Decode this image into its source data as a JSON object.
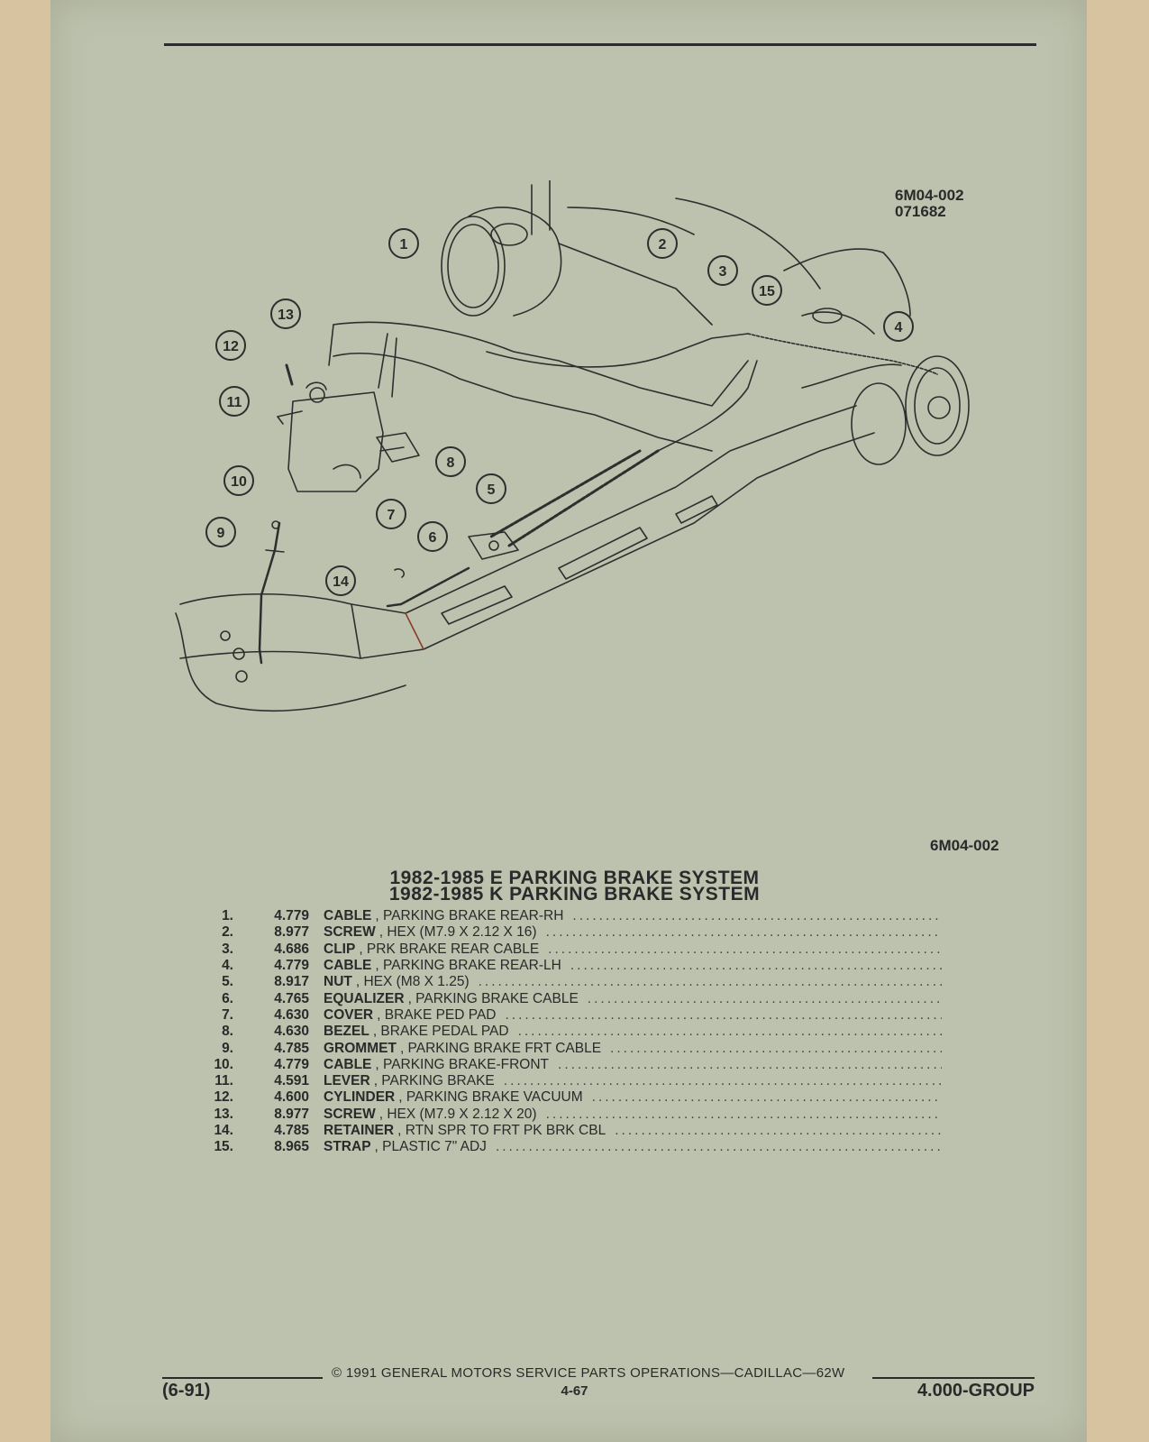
{
  "figure": {
    "ref_code": "6M04-002",
    "ref_date": "071682",
    "bottom_code": "6M04-002",
    "callouts": [
      "1",
      "2",
      "3",
      "4",
      "5",
      "6",
      "7",
      "8",
      "9",
      "10",
      "11",
      "12",
      "13",
      "14",
      "15"
    ]
  },
  "titles": {
    "line1": "1982-1985 E PARKING BRAKE SYSTEM",
    "line2": "1982-1985 K PARKING BRAKE SYSTEM"
  },
  "parts": [
    {
      "num": "1.",
      "code": "4.779",
      "name": "CABLE",
      "desc": ", PARKING BRAKE REAR-RH"
    },
    {
      "num": "2.",
      "code": "8.977",
      "name": "SCREW",
      "desc": ", HEX (M7.9 X 2.12 X 16)"
    },
    {
      "num": "3.",
      "code": "4.686",
      "name": "CLIP",
      "desc": ", PRK BRAKE REAR CABLE"
    },
    {
      "num": "4.",
      "code": "4.779",
      "name": "CABLE",
      "desc": ", PARKING BRAKE REAR-LH"
    },
    {
      "num": "5.",
      "code": "8.917",
      "name": "NUT",
      "desc": ", HEX (M8 X 1.25)"
    },
    {
      "num": "6.",
      "code": "4.765",
      "name": "EQUALIZER",
      "desc": ", PARKING BRAKE CABLE"
    },
    {
      "num": "7.",
      "code": "4.630",
      "name": "COVER",
      "desc": ", BRAKE PED PAD"
    },
    {
      "num": "8.",
      "code": "4.630",
      "name": "BEZEL",
      "desc": ", BRAKE PEDAL PAD"
    },
    {
      "num": "9.",
      "code": "4.785",
      "name": "GROMMET",
      "desc": ", PARKING BRAKE FRT CABLE"
    },
    {
      "num": "10.",
      "code": "4.779",
      "name": "CABLE",
      "desc": ", PARKING BRAKE-FRONT"
    },
    {
      "num": "11.",
      "code": "4.591",
      "name": "LEVER",
      "desc": ", PARKING BRAKE"
    },
    {
      "num": "12.",
      "code": "4.600",
      "name": "CYLINDER",
      "desc": ", PARKING BRAKE VACUUM"
    },
    {
      "num": "13.",
      "code": "8.977",
      "name": "SCREW",
      "desc": ", HEX (M7.9 X 2.12 X 20)"
    },
    {
      "num": "14.",
      "code": "4.785",
      "name": "RETAINER",
      "desc": ", RTN SPR TO FRT PK BRK CBL"
    },
    {
      "num": "15.",
      "code": "8.965",
      "name": "STRAP",
      "desc": ", PLASTIC 7\" ADJ"
    }
  ],
  "footer": {
    "copyright": "©  1991  GENERAL MOTORS SERVICE PARTS OPERATIONS—CADILLAC—62W",
    "date": "(6-91)",
    "page": "4-67",
    "group": "4.000-GROUP"
  }
}
